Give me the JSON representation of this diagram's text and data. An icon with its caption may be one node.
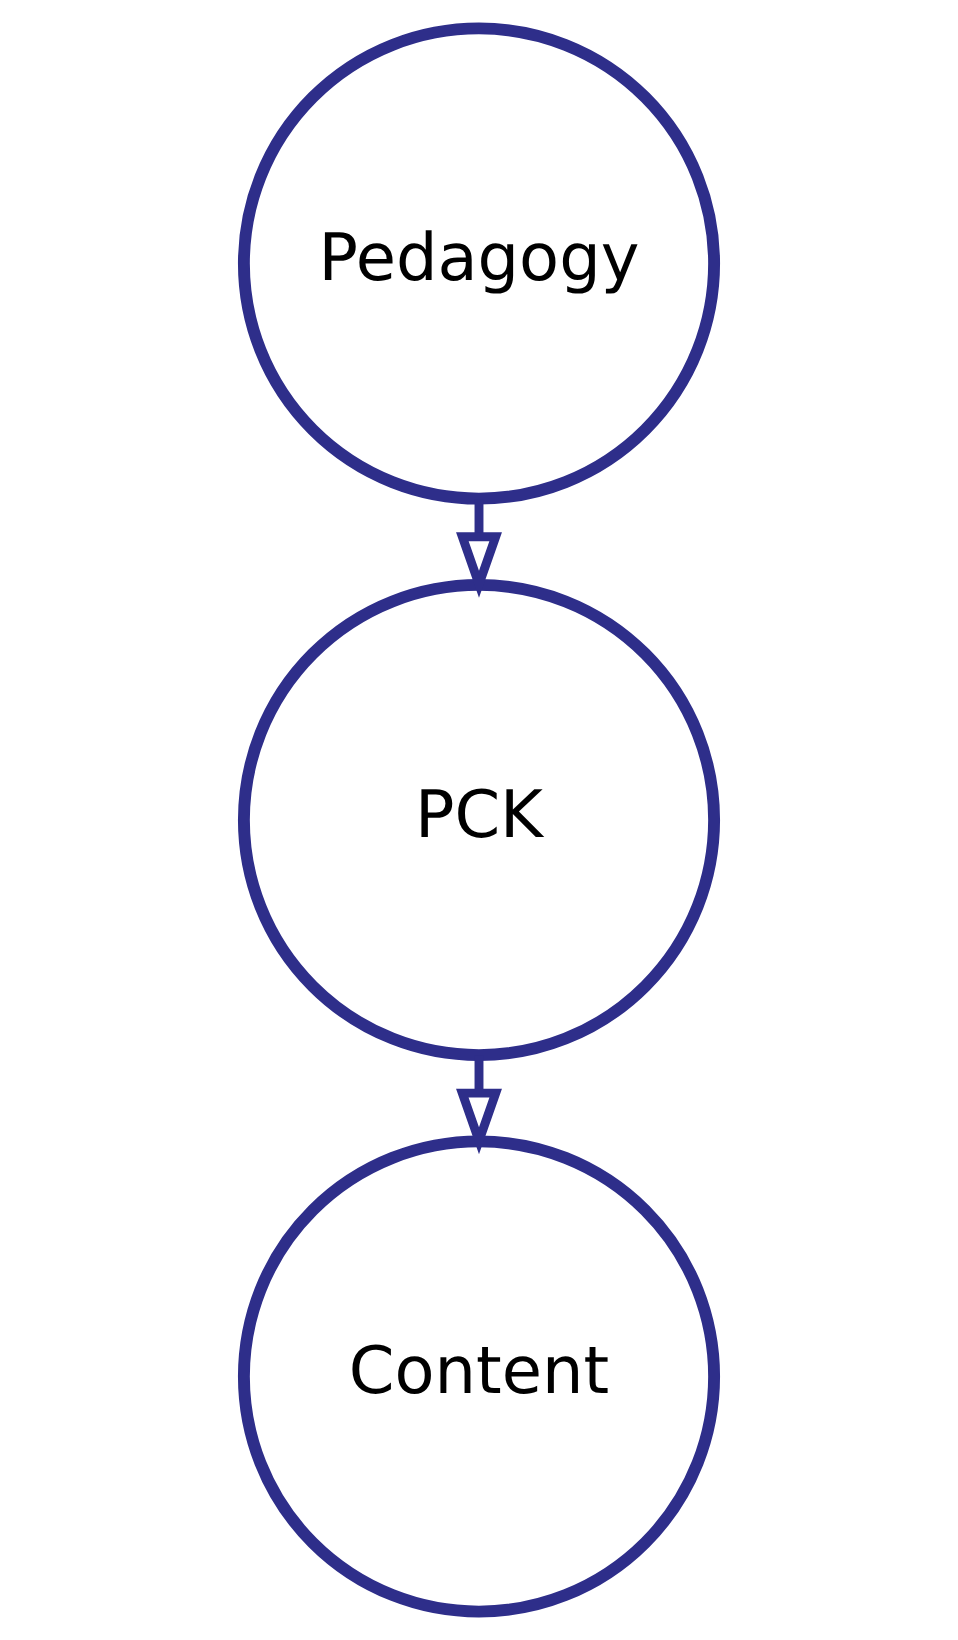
{
  "diagram": {
    "nodes": [
      {
        "text": [
          "Pedagogy"
        ]
      },
      {
        "text": [
          "PCK"
        ]
      },
      {
        "text": [
          "Content"
        ]
      }
    ],
    "edges": [
      {
        "from": 0,
        "to": 1,
        "arrow": "to"
      },
      {
        "from": 1,
        "to": 2,
        "arrow": "to"
      }
    ]
  }
}
